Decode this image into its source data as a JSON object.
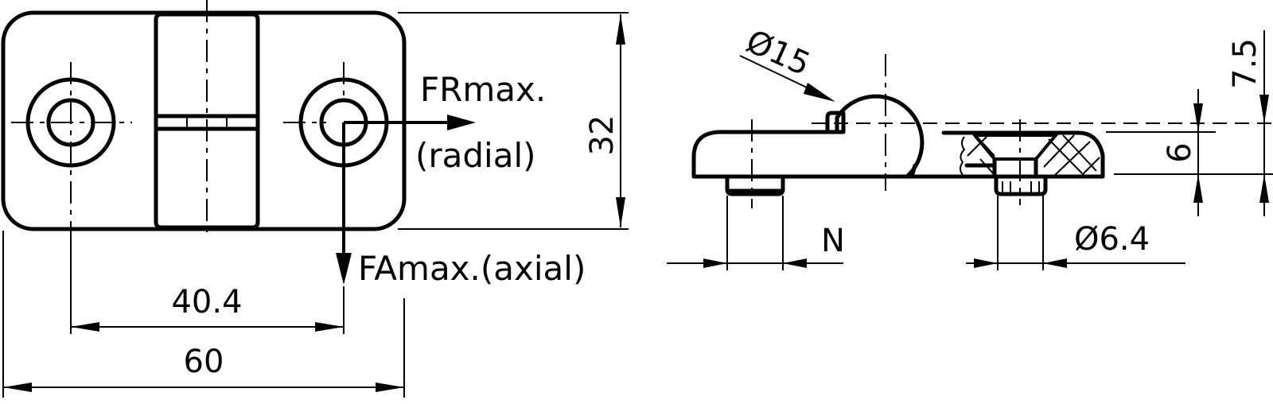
{
  "drawing": {
    "top_view": {
      "force_radial_line1": "FRmax.",
      "force_radial_line2": "(radial)",
      "force_axial": "FAmax.(axial)",
      "dim_hole_spacing": "40.4",
      "dim_length": "60",
      "dim_height": "32"
    },
    "side_view": {
      "dim_knuckle_diameter": "Ø15",
      "dim_thread": "N",
      "dim_hole_diameter": "Ø6.4",
      "dim_leaf_thickness": "6",
      "dim_axis_height": "7.5"
    },
    "colors": {
      "line": "#000000",
      "background": "#ffffff"
    }
  }
}
